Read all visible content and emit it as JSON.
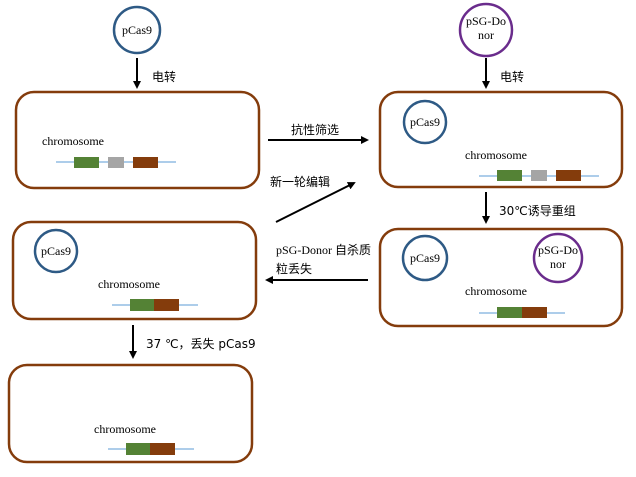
{
  "colors": {
    "cell_border": "#843c0c",
    "pcas9_ring": "#2e5a85",
    "donor_ring": "#6a2c8c",
    "gene_green": "#548235",
    "gene_gray": "#a5a5a5",
    "gene_brown": "#843c0c",
    "dna_line": "#5b9bd5",
    "arrow": "#000000"
  },
  "plasmids": {
    "pcas9": "pCas9",
    "donor_line1": "pSG-Do",
    "donor_line2": "nor"
  },
  "chromosome_label": "chromosome",
  "steps": {
    "electro_left": "电转",
    "electro_right": "电转",
    "resistance_screen": "抗性筛选",
    "induce_recombination": "30℃诱导重组",
    "donor_loss_line1": "pSG-Donor 自杀质",
    "donor_loss_line2": "粒丢失",
    "new_round": "新一轮编辑",
    "lose_pcas9": "37 ℃，丢失 pCas9"
  },
  "cells": [
    {
      "id": "cell-1",
      "plasmids": [],
      "genes": [
        "green",
        "gray",
        "brown"
      ]
    },
    {
      "id": "cell-2",
      "plasmids": [
        "pCas9"
      ],
      "genes": [
        "green",
        "gray",
        "brown"
      ]
    },
    {
      "id": "cell-3",
      "plasmids": [
        "pCas9",
        "pSG-Donor"
      ],
      "genes": [
        "green",
        "brown"
      ]
    },
    {
      "id": "cell-4",
      "plasmids": [
        "pCas9"
      ],
      "genes": [
        "green",
        "brown"
      ]
    },
    {
      "id": "cell-5",
      "plasmids": [],
      "genes": [
        "green",
        "brown"
      ]
    }
  ]
}
